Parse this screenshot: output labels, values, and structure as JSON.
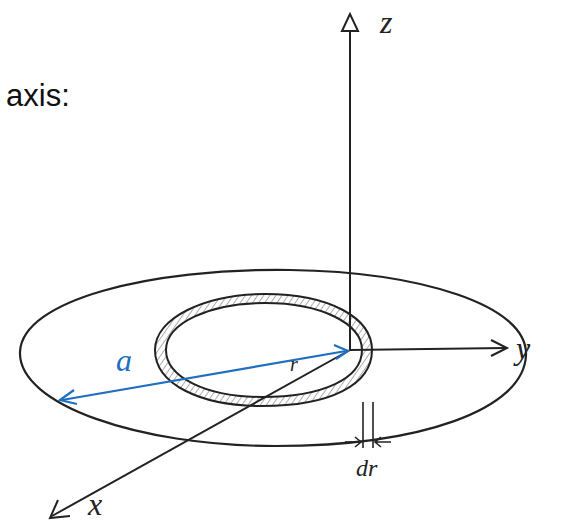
{
  "diagram": {
    "labels": [
      "axis:",
      "z",
      "y",
      "x",
      "a",
      "r",
      "dr"
    ]
  }
}
